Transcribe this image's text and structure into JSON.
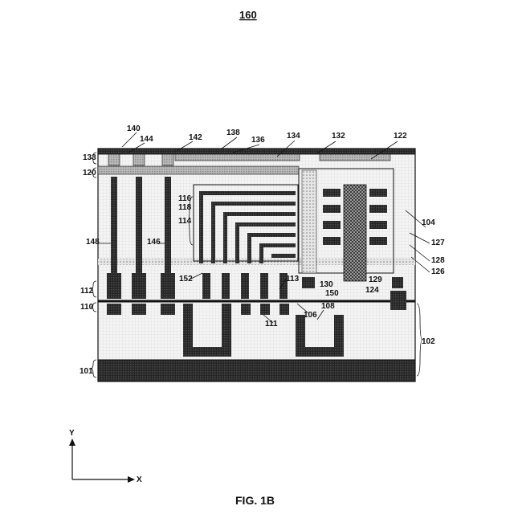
{
  "figure": {
    "number": "160",
    "caption": "FIG. 1B"
  },
  "axes": {
    "y": "Y",
    "x": "X"
  },
  "labels": {
    "l101": "101",
    "l102": "102",
    "l104": "104",
    "l106": "106",
    "l108": "108",
    "l110": "110",
    "l111": "111",
    "l112": "112",
    "l113": "113",
    "l114": "114",
    "l116": "116",
    "l118": "118",
    "l120": "120",
    "l122": "122",
    "l124": "124",
    "l126": "126",
    "l127": "127",
    "l128": "128",
    "l129": "129",
    "l130": "130",
    "l132": "132",
    "l133": "133",
    "l134": "134",
    "l136": "136",
    "l138": "138",
    "l140": "140",
    "l142": "142",
    "l144": "144",
    "l146": "146",
    "l148": "148",
    "l150": "150",
    "l152": "152"
  },
  "colors": {
    "ink": "#111111",
    "dark_fill": "#2a2a2a",
    "light_grid": "#efefef",
    "medium_fill": "#bdbdbd"
  }
}
